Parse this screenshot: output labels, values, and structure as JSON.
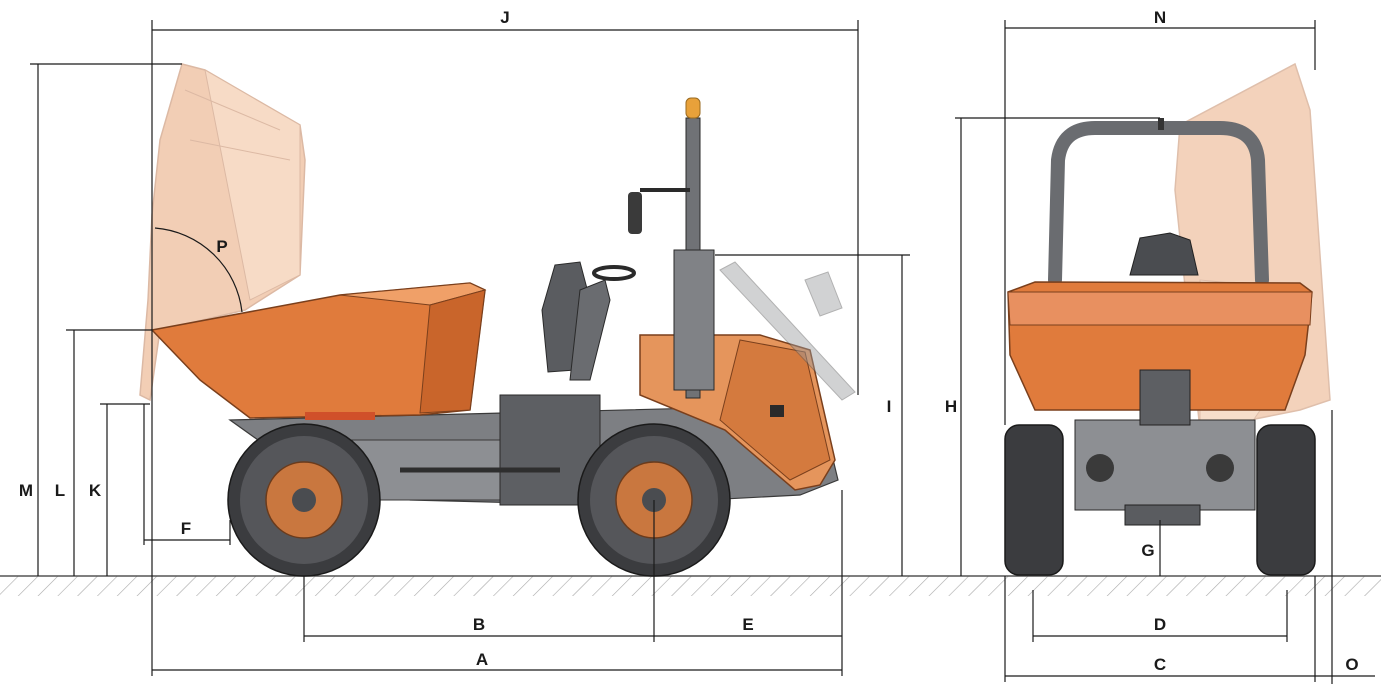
{
  "diagram": {
    "labels": {
      "A": "A",
      "B": "B",
      "C": "C",
      "D": "D",
      "E": "E",
      "F": "F",
      "G": "G",
      "H": "H",
      "I": "I",
      "J": "J",
      "K": "K",
      "L": "L",
      "M": "M",
      "N": "N",
      "O": "O",
      "P": "P"
    }
  },
  "colors": {
    "body_orange": "#e07b3c",
    "body_orange_light": "#f0b488",
    "skip_ghost": "#e9a77a",
    "chassis_grey": "#7d7f83",
    "chassis_dark": "#4a4c50",
    "tyre": "#3b3c3f",
    "rim": "#c9773f",
    "beacon": "#e8a13a",
    "ground_hatch": "#9a9a9a",
    "line": "#1a1a1a"
  }
}
